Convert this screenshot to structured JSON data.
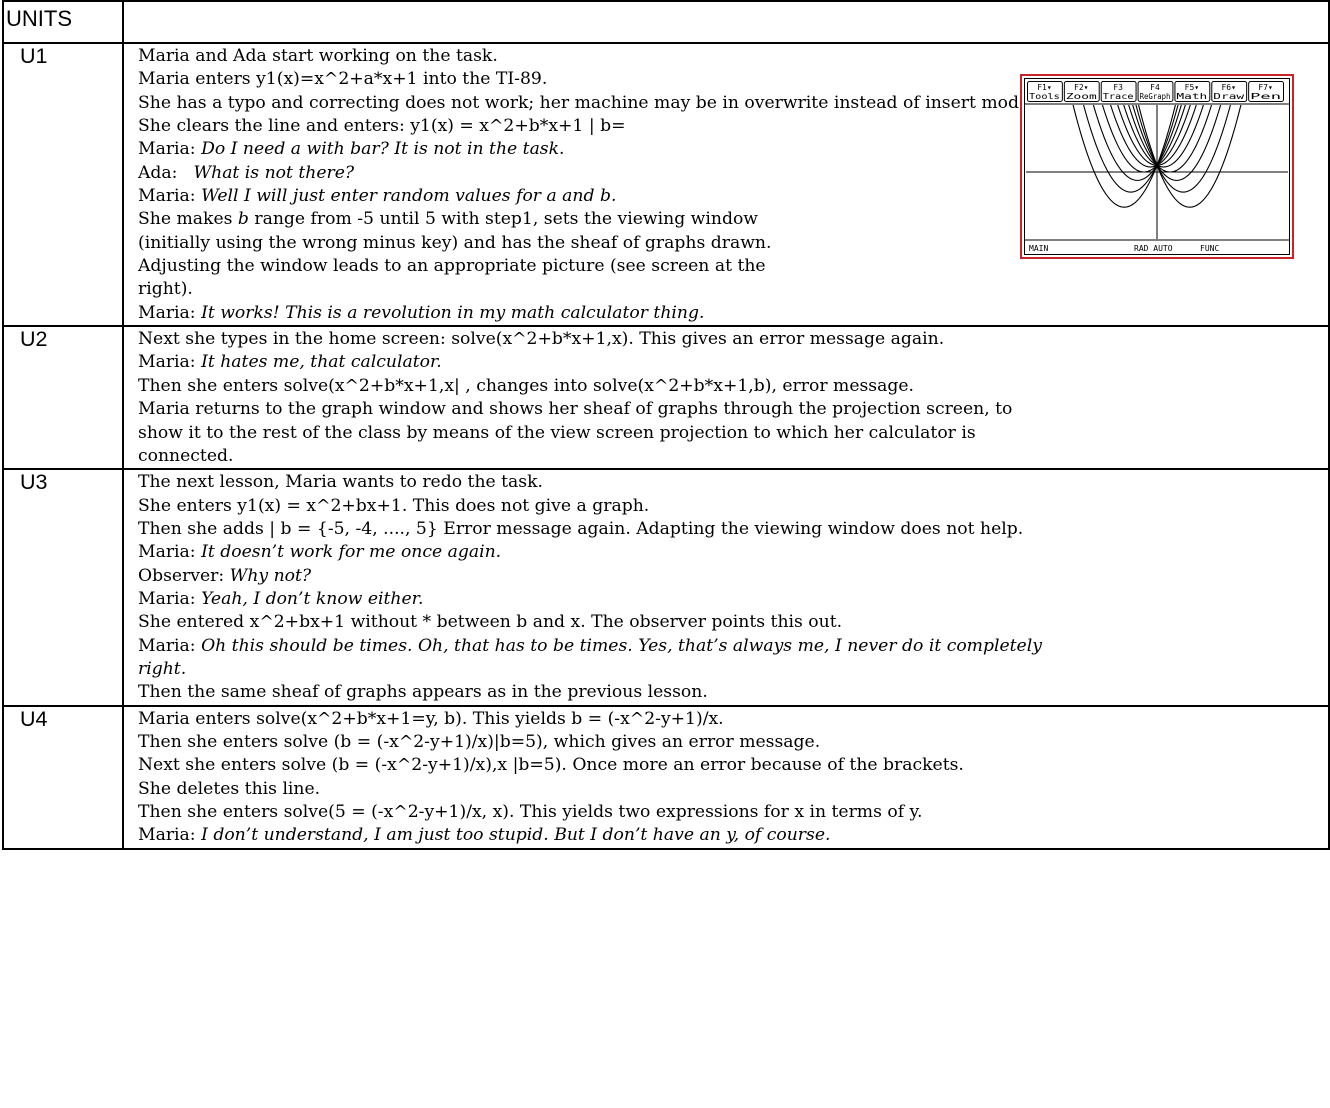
{
  "header": {
    "label": "UNITS"
  },
  "units": [
    {
      "id": "U1",
      "lines": [
        [
          {
            "t": "Maria and Ada start working on the task."
          }
        ],
        [
          {
            "t": "Maria enters y1(x)=x^2+a*x+1 into the TI-89."
          }
        ],
        [
          {
            "t": "She has a typo and correcting does not work; her machine may be in overwrite instead of insert mode."
          }
        ],
        [
          {
            "t": "She clears the line and enters: y1(x) = x^2+b*x+1 | b="
          }
        ],
        [
          {
            "t": "Maria: "
          },
          {
            "t": "Do I need a with bar? It is not in the task",
            "i": true
          },
          {
            "t": "."
          }
        ],
        [
          {
            "t": "Ada:"
          },
          {
            "tab": true
          },
          {
            "t": "What is not there?",
            "i": true
          }
        ],
        [
          {
            "t": "Maria: "
          },
          {
            "t": "Well I will just enter random values for a and b.",
            "i": true
          }
        ],
        [
          {
            "t": "She makes "
          },
          {
            "t": "b",
            "i": true
          },
          {
            "t": " range from -5 until 5 with step1, sets the viewing window"
          }
        ],
        [
          {
            "t": "(initially using the wrong minus key) and has the sheaf of graphs drawn."
          }
        ],
        [
          {
            "t": "Adjusting the window leads to an appropriate picture (see screen at the"
          }
        ],
        [
          {
            "t": "right)."
          }
        ],
        [
          {
            "t": "Maria: "
          },
          {
            "t": "It works! This is a revolution in my math calculator thing.",
            "i": true
          }
        ]
      ],
      "screen": {
        "menu": [
          {
            "f": "F1▾",
            "label": "Tools"
          },
          {
            "f": "F2▾",
            "label": "Zoom"
          },
          {
            "f": "F3",
            "label": "Trace"
          },
          {
            "f": "F4",
            "label": "ReGraph"
          },
          {
            "f": "F5▾",
            "label": "Math"
          },
          {
            "f": "F6▾",
            "label": "Draw"
          },
          {
            "f": "F7▾",
            "label": "Pen"
          }
        ],
        "status_left": "MAIN",
        "status_mid": "RAD AUTO",
        "status_right": "FUNC",
        "b_values": [
          -5,
          -4,
          -3,
          -2,
          -1,
          0,
          1,
          2,
          3,
          4,
          5
        ],
        "xlim": [
          -10,
          10
        ],
        "ylim": [
          -10,
          10
        ]
      }
    },
    {
      "id": "U2",
      "lines": [
        [
          {
            "t": "Next she types in the home screen: solve(x^2+b*x+1,x). This gives an error message again."
          }
        ],
        [
          {
            "t": "Maria: "
          },
          {
            "t": "It hates me, that calculator.",
            "i": true
          }
        ],
        [
          {
            "t": "Then she enters solve(x^2+b*x+1,x| , changes into solve(x^2+b*x+1,b), error message."
          }
        ],
        [
          {
            "t": "Maria returns to the graph window and shows her sheaf of graphs through the projection screen, to"
          }
        ],
        [
          {
            "t": "show it to the rest of the class by means of the view screen projection to which her calculator is"
          }
        ],
        [
          {
            "t": "connected."
          }
        ]
      ]
    },
    {
      "id": "U3",
      "lines": [
        [
          {
            "t": "The next lesson, Maria wants to redo the task."
          }
        ],
        [
          {
            "t": "She enters y1(x) = x^2+bx+1. This does not give a graph."
          }
        ],
        [
          {
            "t": "Then she adds | b = {-5, -4, ...., 5} Error message again. Adapting the viewing window does not help."
          }
        ],
        [
          {
            "t": "Maria: "
          },
          {
            "t": "It doesn’t work for me once again.",
            "i": true
          }
        ],
        [
          {
            "t": "Observer: "
          },
          {
            "t": "Why not?",
            "i": true
          }
        ],
        [
          {
            "t": "Maria: "
          },
          {
            "t": "Yeah, I don’t know either.",
            "i": true
          }
        ],
        [
          {
            "t": "She entered x^2+bx+1 without * between b and x. The observer points this out."
          }
        ],
        [
          {
            "t": "Maria: "
          },
          {
            "t": "Oh this should be times. Oh, that has to be times. Yes, that’s always me, I never do it completely",
            "i": true
          }
        ],
        [
          {
            "t": "right.",
            "i": true
          }
        ],
        [
          {
            "t": "Then the same sheaf of graphs appears as in the previous lesson."
          }
        ]
      ]
    },
    {
      "id": "U4",
      "lines": [
        [
          {
            "t": "Maria enters solve(x^2+b*x+1=y, b). This yields b = (-x^2-y+1)/x."
          }
        ],
        [
          {
            "t": "Then she enters solve (b = (-x^2-y+1)/x)|b=5), which gives an error message."
          }
        ],
        [
          {
            "t": "Next she enters solve (b = (-x^2-y+1)/x),x |b=5). Once more an error because of the brackets."
          }
        ],
        [
          {
            "t": "She deletes this line."
          }
        ],
        [
          {
            "t": "Then she enters solve(5 = (-x^2-y+1)/x, x). This yields two expressions for x in terms of y."
          }
        ],
        [
          {
            "t": "Maria: "
          },
          {
            "t": "I don’t understand, I am just too stupid. But I don’t have an y, of course.",
            "i": true
          }
        ]
      ]
    }
  ]
}
